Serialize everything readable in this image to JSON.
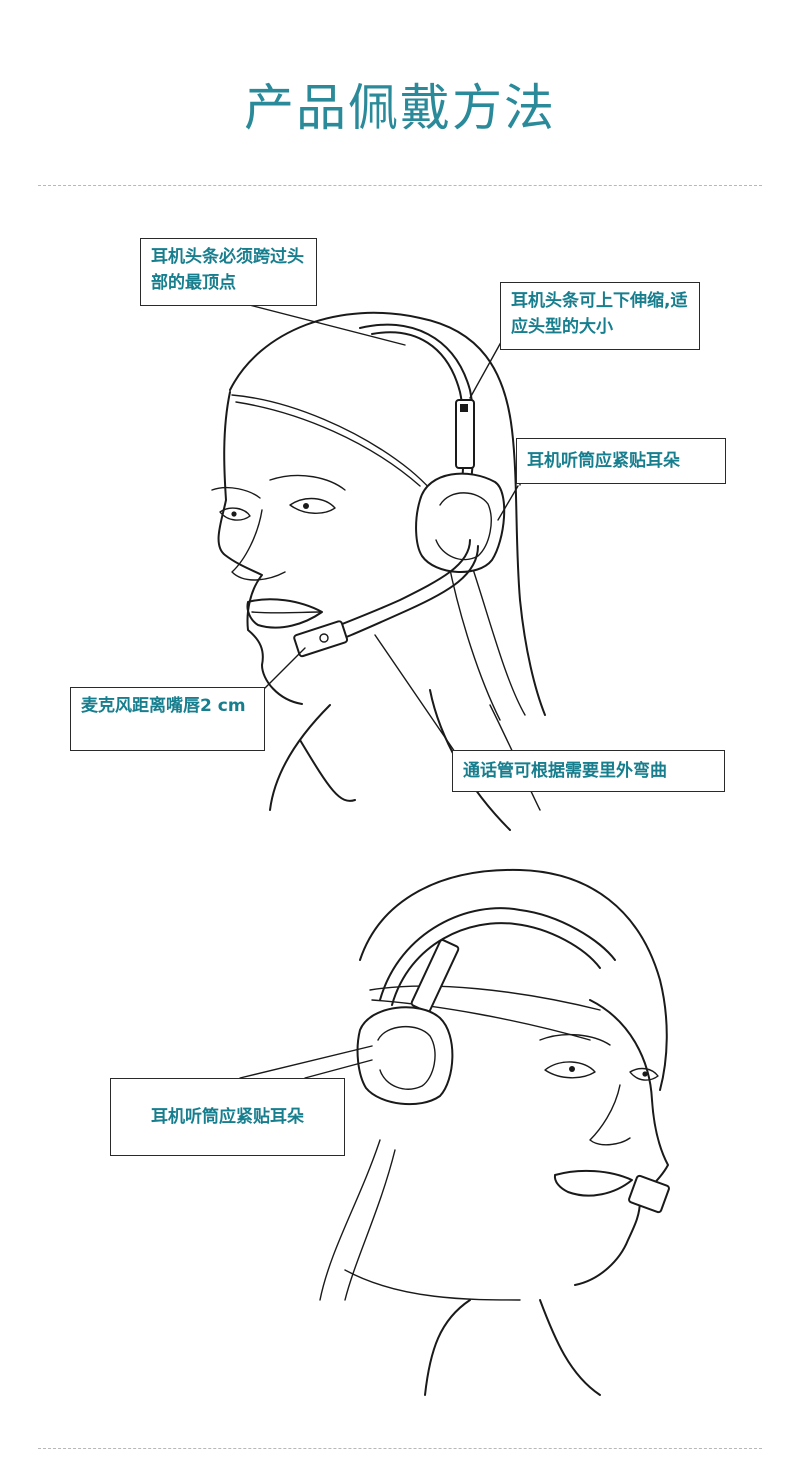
{
  "page": {
    "title": "产品佩戴方法"
  },
  "figure1": {
    "labels": {
      "headband_top": "耳机头条必须跨过头部的最顶点",
      "headband_adjust": "耳机头条可上下伸缩,适应头型的大小",
      "earpiece": "耳机听筒应紧贴耳朵",
      "mic_distance": "麦克风距离嘴唇2 cm",
      "boom": "通话管可根据需要里外弯曲"
    }
  },
  "figure2": {
    "labels": {
      "earpiece": "耳机听筒应紧贴耳朵"
    }
  }
}
